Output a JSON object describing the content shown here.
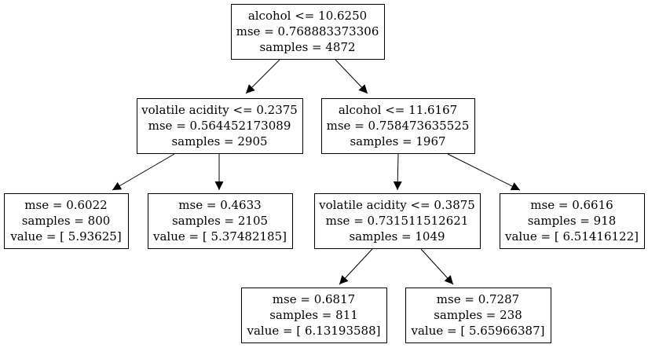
{
  "tree": {
    "nodes": [
      {
        "id": "n0",
        "lines": [
          "alcohol <= 10.6250",
          "mse = 0.768883373306",
          "samples = 4872"
        ]
      },
      {
        "id": "n1",
        "lines": [
          "volatile acidity <= 0.2375",
          "mse = 0.564452173089",
          "samples = 2905"
        ]
      },
      {
        "id": "n2",
        "lines": [
          "alcohol <= 11.6167",
          "mse = 0.758473635525",
          "samples = 1967"
        ]
      },
      {
        "id": "n3",
        "lines": [
          "mse = 0.6022",
          "samples = 800",
          "value = [ 5.93625]"
        ]
      },
      {
        "id": "n4",
        "lines": [
          "mse = 0.4633",
          "samples = 2105",
          "value = [ 5.37482185]"
        ]
      },
      {
        "id": "n5",
        "lines": [
          "volatile acidity <= 0.3875",
          "mse = 0.731511512621",
          "samples = 1049"
        ]
      },
      {
        "id": "n6",
        "lines": [
          "mse = 0.6616",
          "samples = 918",
          "value = [ 6.51416122]"
        ]
      },
      {
        "id": "n7",
        "lines": [
          "mse = 0.6817",
          "samples = 811",
          "value = [ 6.13193588]"
        ]
      },
      {
        "id": "n8",
        "lines": [
          "mse = 0.7287",
          "samples = 238",
          "value = [ 5.65966387]"
        ]
      }
    ],
    "edges": [
      {
        "from": "n0",
        "to": "n1"
      },
      {
        "from": "n0",
        "to": "n2"
      },
      {
        "from": "n1",
        "to": "n3"
      },
      {
        "from": "n1",
        "to": "n4"
      },
      {
        "from": "n2",
        "to": "n5"
      },
      {
        "from": "n2",
        "to": "n6"
      },
      {
        "from": "n5",
        "to": "n7"
      },
      {
        "from": "n5",
        "to": "n8"
      }
    ]
  }
}
